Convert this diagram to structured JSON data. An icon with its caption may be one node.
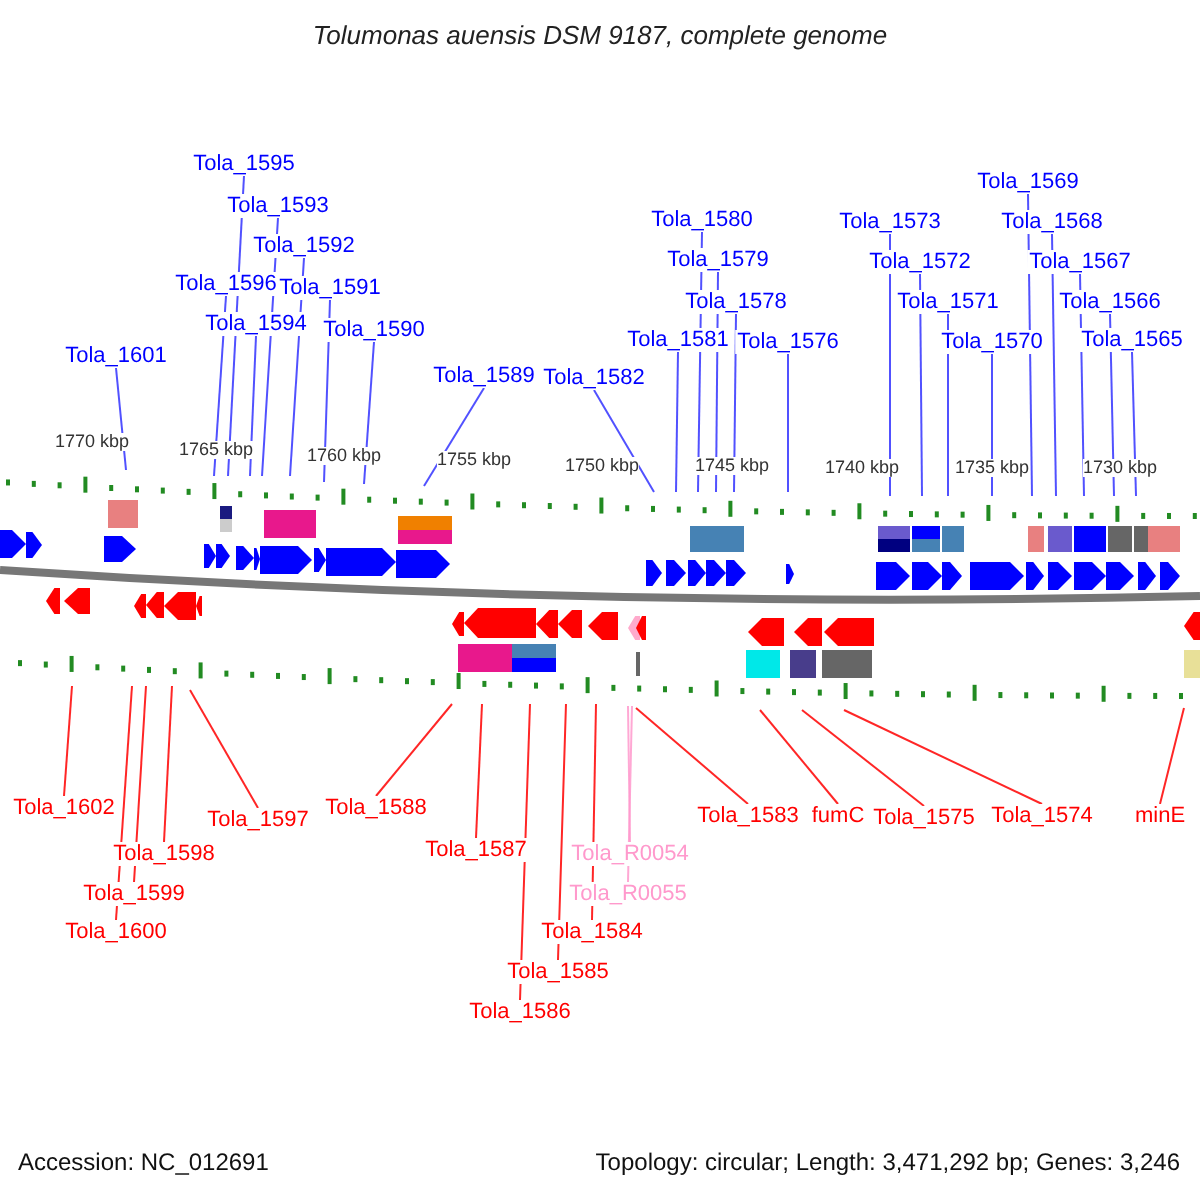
{
  "diagram": {
    "title": "Tolumonas auensis DSM 9187, complete genome",
    "nodes": [
      {
        "text": [
          "Tola_1601"
        ]
      },
      {
        "text": [
          "Tola_1595"
        ]
      },
      {
        "text": [
          "Tola_1593"
        ]
      },
      {
        "text": [
          "Tola_1592"
        ]
      },
      {
        "text": [
          "Tola_1596"
        ]
      },
      {
        "text": [
          "Tola_1591"
        ]
      },
      {
        "text": [
          "Tola_1594"
        ]
      },
      {
        "text": [
          "Tola_1590"
        ]
      },
      {
        "text": [
          "Tola_1589"
        ]
      },
      {
        "text": [
          "Tola_1582"
        ]
      },
      {
        "text": [
          "Tola_1580"
        ]
      },
      {
        "text": [
          "Tola_1579"
        ]
      },
      {
        "text": [
          "Tola_1578"
        ]
      },
      {
        "text": [
          "Tola_1581"
        ]
      },
      {
        "text": [
          "Tola_1576"
        ]
      },
      {
        "text": [
          "Tola_1573"
        ]
      },
      {
        "text": [
          "Tola_1572"
        ]
      },
      {
        "text": [
          "Tola_1571"
        ]
      },
      {
        "text": [
          "Tola_1570"
        ]
      },
      {
        "text": [
          "Tola_1569"
        ]
      },
      {
        "text": [
          "Tola_1568"
        ]
      },
      {
        "text": [
          "Tola_1567"
        ]
      },
      {
        "text": [
          "Tola_1566"
        ]
      },
      {
        "text": [
          "Tola_1565"
        ]
      },
      {
        "text": [
          "Tola_1602"
        ]
      },
      {
        "text": [
          "Tola_1598"
        ]
      },
      {
        "text": [
          "Tola_1599"
        ]
      },
      {
        "text": [
          "Tola_1600"
        ]
      },
      {
        "text": [
          "Tola_1597"
        ]
      },
      {
        "text": [
          "Tola_1588"
        ]
      },
      {
        "text": [
          "Tola_1587"
        ]
      },
      {
        "text": [
          "Tola_1586"
        ]
      },
      {
        "text": [
          "Tola_1585"
        ]
      },
      {
        "text": [
          "Tola_1584"
        ]
      },
      {
        "text": [
          "Tola_R0054"
        ]
      },
      {
        "text": [
          "Tola_R0055"
        ]
      },
      {
        "text": [
          "Tola_1583"
        ]
      },
      {
        "text": [
          "fumC"
        ]
      },
      {
        "text": [
          "Tola_1575"
        ]
      },
      {
        "text": [
          "Tola_1574"
        ]
      },
      {
        "text": [
          "minE"
        ]
      }
    ],
    "edges": [
      {
        "from": 0,
        "to": null,
        "arrow": "none"
      },
      {
        "from": 1,
        "to": null,
        "arrow": "none"
      },
      {
        "from": 2,
        "to": null,
        "arrow": "none"
      },
      {
        "from": 3,
        "to": null,
        "arrow": "none"
      },
      {
        "from": 4,
        "to": null,
        "arrow": "none"
      },
      {
        "from": 5,
        "to": null,
        "arrow": "none"
      },
      {
        "from": 6,
        "to": null,
        "arrow": "none"
      },
      {
        "from": 7,
        "to": null,
        "arrow": "none"
      },
      {
        "from": 8,
        "to": null,
        "arrow": "none"
      },
      {
        "from": 9,
        "to": null,
        "arrow": "none"
      },
      {
        "from": 10,
        "to": null,
        "arrow": "none"
      },
      {
        "from": 11,
        "to": null,
        "arrow": "none"
      },
      {
        "from": 12,
        "to": null,
        "arrow": "none"
      },
      {
        "from": 13,
        "to": null,
        "arrow": "none"
      },
      {
        "from": 14,
        "to": null,
        "arrow": "none"
      },
      {
        "from": 15,
        "to": null,
        "arrow": "none"
      },
      {
        "from": 16,
        "to": null,
        "arrow": "none"
      },
      {
        "from": 17,
        "to": null,
        "arrow": "none"
      },
      {
        "from": 18,
        "to": null,
        "arrow": "none"
      },
      {
        "from": 19,
        "to": null,
        "arrow": "none"
      },
      {
        "from": 20,
        "to": null,
        "arrow": "none"
      },
      {
        "from": 21,
        "to": null,
        "arrow": "none"
      },
      {
        "from": 22,
        "to": null,
        "arrow": "none"
      },
      {
        "from": 23,
        "to": null,
        "arrow": "none"
      },
      {
        "from": 24,
        "to": null,
        "arrow": "none",
        "color": "#ff0000"
      },
      {
        "from": 25,
        "to": null,
        "arrow": "none",
        "color": "#ff0000"
      },
      {
        "from": 26,
        "to": null,
        "arrow": "none",
        "color": "#ff0000"
      },
      {
        "from": 27,
        "to": null,
        "arrow": "none",
        "color": "#ff0000"
      },
      {
        "from": 28,
        "to": null,
        "arrow": "none",
        "color": "#ff0000"
      },
      {
        "from": 29,
        "to": null,
        "arrow": "none",
        "color": "#ff0000"
      },
      {
        "from": 30,
        "to": null,
        "arrow": "none",
        "color": "#ff0000"
      },
      {
        "from": 31,
        "to": null,
        "arrow": "none",
        "color": "#ff0000"
      },
      {
        "from": 32,
        "to": null,
        "arrow": "none",
        "color": "#ff0000"
      },
      {
        "from": 33,
        "to": null,
        "arrow": "none",
        "color": "#ff0000"
      },
      {
        "from": 34,
        "to": null,
        "arrow": "none",
        "color": "#ff99cc"
      },
      {
        "from": 35,
        "to": null,
        "arrow": "none",
        "color": "#ff99cc"
      },
      {
        "from": 36,
        "to": null,
        "arrow": "none",
        "color": "#ff0000"
      },
      {
        "from": 37,
        "to": null,
        "arrow": "none",
        "color": "#ff0000"
      },
      {
        "from": 38,
        "to": null,
        "arrow": "none",
        "color": "#ff0000"
      },
      {
        "from": 39,
        "to": null,
        "arrow": "none",
        "color": "#ff0000"
      },
      {
        "from": 40,
        "to": null,
        "arrow": "none",
        "color": "#ff0000"
      }
    ],
    "labels": [
      "1770 kbp",
      "1765 kbp",
      "1760 kbp",
      "1755 kbp",
      "1750 kbp",
      "1745 kbp",
      "1740 kbp",
      "1735 kbp",
      "1730 kbp",
      "Accession: NC_012691",
      "Topology: circular; Length: 3,471,292 bp; Genes: 3,246"
    ]
  }
}
